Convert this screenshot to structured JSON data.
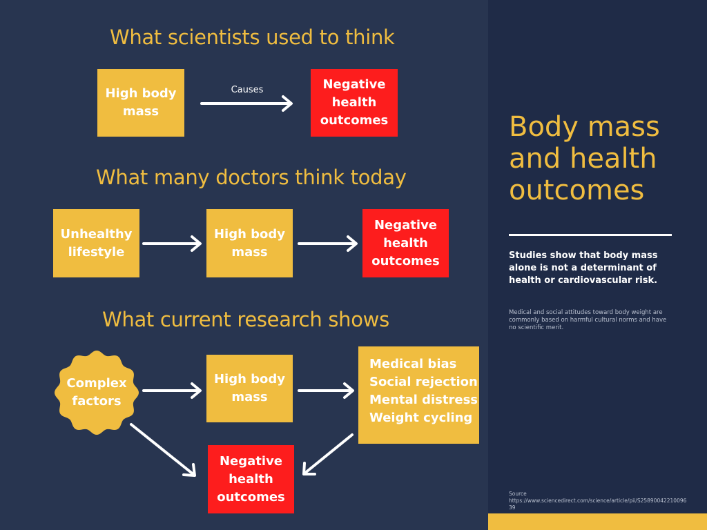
{
  "diagram": {
    "section1": {
      "heading": "What scientists used to think",
      "box_a": [
        "High body",
        "mass"
      ],
      "arrow_label": "Causes",
      "box_b": [
        "Negative",
        "health",
        "outcomes"
      ]
    },
    "section2": {
      "heading": "What many doctors think today",
      "box_a": [
        "Unhealthy",
        "lifestyle"
      ],
      "box_b": [
        "High body",
        "mass"
      ],
      "box_c": [
        "Negative",
        "health",
        "outcomes"
      ]
    },
    "section3": {
      "heading": "What current research shows",
      "badge": [
        "Complex",
        "factors"
      ],
      "box_mass": [
        "High body",
        "mass"
      ],
      "list": [
        "Medical bias",
        "Social rejection",
        "Mental distress",
        "Weight cycling"
      ],
      "box_outcome": [
        "Negative",
        "health",
        "outcomes"
      ]
    }
  },
  "sidebar": {
    "title": "Body mass and health outcomes",
    "summary": "Studies show that body mass alone is not a determinant of health or cardiovascular risk.",
    "note": "Medical and social attitudes toward body weight are commonly based on harmful cultural norms and have no scientific merit.",
    "source_label": "Source",
    "source_url": "https://www.sciencedirect.com/science/article/pii/S2589004221009639"
  },
  "colors": {
    "background": "#283550",
    "sidebar_background": "#1f2b47",
    "accent_yellow": "#f0bd40",
    "alert_red": "#fd1d1d",
    "text_white": "#ffffff"
  }
}
